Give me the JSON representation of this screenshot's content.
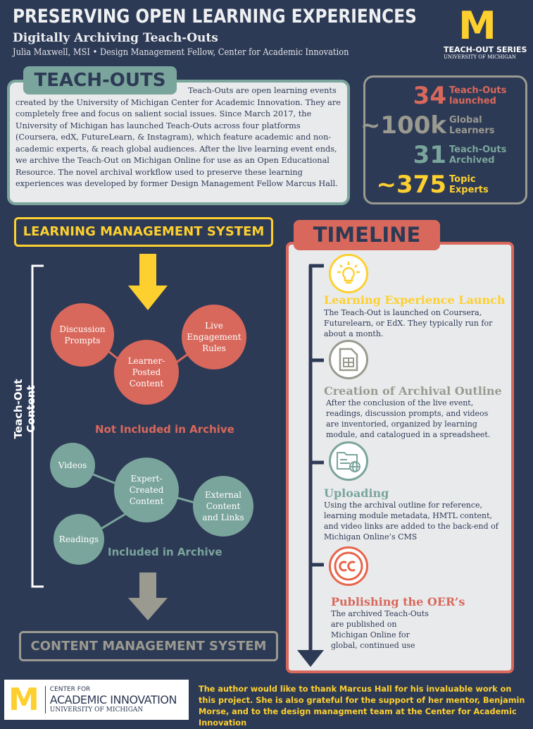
{
  "header": {
    "title": "PRESERVING OPEN LEARNING EXPERIENCES",
    "subtitle": "Digitally Archiving Teach-Outs",
    "author": "Julia Maxwell, MSI • Design Management Fellow, Center for Academic Innovation"
  },
  "logo": {
    "letter": "M",
    "series": "TEACH-OUT SERIES",
    "university": "UNIVERSITY OF MICHIGAN"
  },
  "intro": {
    "heading": "TEACH-OUTS",
    "text": "Teach-Outs are open learning events created by the University of Michigan Center for Academic Innovation. They are completely free and focus on salient social issues.  Since March 2017, the University of Michigan has launched Teach-Outs across four platforms (Coursera, edX, FutureLearn, & Instagram), which feature academic and non-academic experts, & reach global audiences. After the live learning event ends, we archive the Teach-Out on Michigan Online for use as an Open Educational Resource. The novel archival workflow used to preserve these learning experiences was developed by former Design Management Fellow Marcus Hall."
  },
  "stats": [
    {
      "value": "34",
      "line1": "Teach-Outs",
      "line2": "launched",
      "color": "#d9685c"
    },
    {
      "value": "~100k",
      "line1": "Global",
      "line2": "Learners",
      "color": "#9a9a90"
    },
    {
      "value": "31",
      "line1": "Teach-Outs",
      "line2": "Archived",
      "color": "#7aa59c"
    },
    {
      "value": "~375",
      "line1": "Topic",
      "line2": "Experts",
      "color": "#fdd02f"
    }
  ],
  "diagram": {
    "lms": "LEARNING MANAGEMENT SYSTEM",
    "cms": "CONTENT MANAGEMENT SYSTEM",
    "side_label": "Teach-Out Content",
    "not_included": [
      "Discussion Prompts",
      "Live Engagement Rules",
      "Learner-Posted Content"
    ],
    "not_included_label": "Not Included in Archive",
    "included": [
      "Videos",
      "Expert-Created Content",
      "External Content and Links",
      "Readings"
    ],
    "included_label": "Included in Archive"
  },
  "timeline": {
    "heading": "TIMELINE",
    "steps": [
      {
        "title": "Learning Experience Launch",
        "text": "The Teach-Out is launched on Coursera, Futurelearn, or EdX. They typically run for about a month.",
        "icon": "lightbulb-icon",
        "color": "#fdd02f"
      },
      {
        "title": "Creation of Archival Outline",
        "text": "After the conclusion of the live event, readings, discussion prompts, and videos are inventoried, organized by learning module, and catalogued in a spreadsheet.",
        "icon": "spreadsheet-icon",
        "color": "#9a9a90"
      },
      {
        "title": "Uploading",
        "text": "Using the archival outline for reference, learning module metadata, HMTL content, and video links are added to the back-end of Michigan Online’s CMS",
        "icon": "web-folder-icon",
        "color": "#7aa59c"
      },
      {
        "title": "Publishing the OER’s",
        "text": "The archived Teach-Outs are published on Michigan Online for global, continued use",
        "icon": "creative-commons-icon",
        "color": "#d9685c"
      }
    ]
  },
  "footer": {
    "logo_top": "CENTER FOR",
    "logo_main": "ACADEMIC INNOVATION",
    "logo_bottom": "UNIVERSITY OF MICHIGAN",
    "thanks": "The author would like to thank Marcus Hall for his invaluable work on this project. She is also grateful for the support of her mentor, Benjamin Morse, and to the design managment team at the Center for Academic Innovation"
  }
}
